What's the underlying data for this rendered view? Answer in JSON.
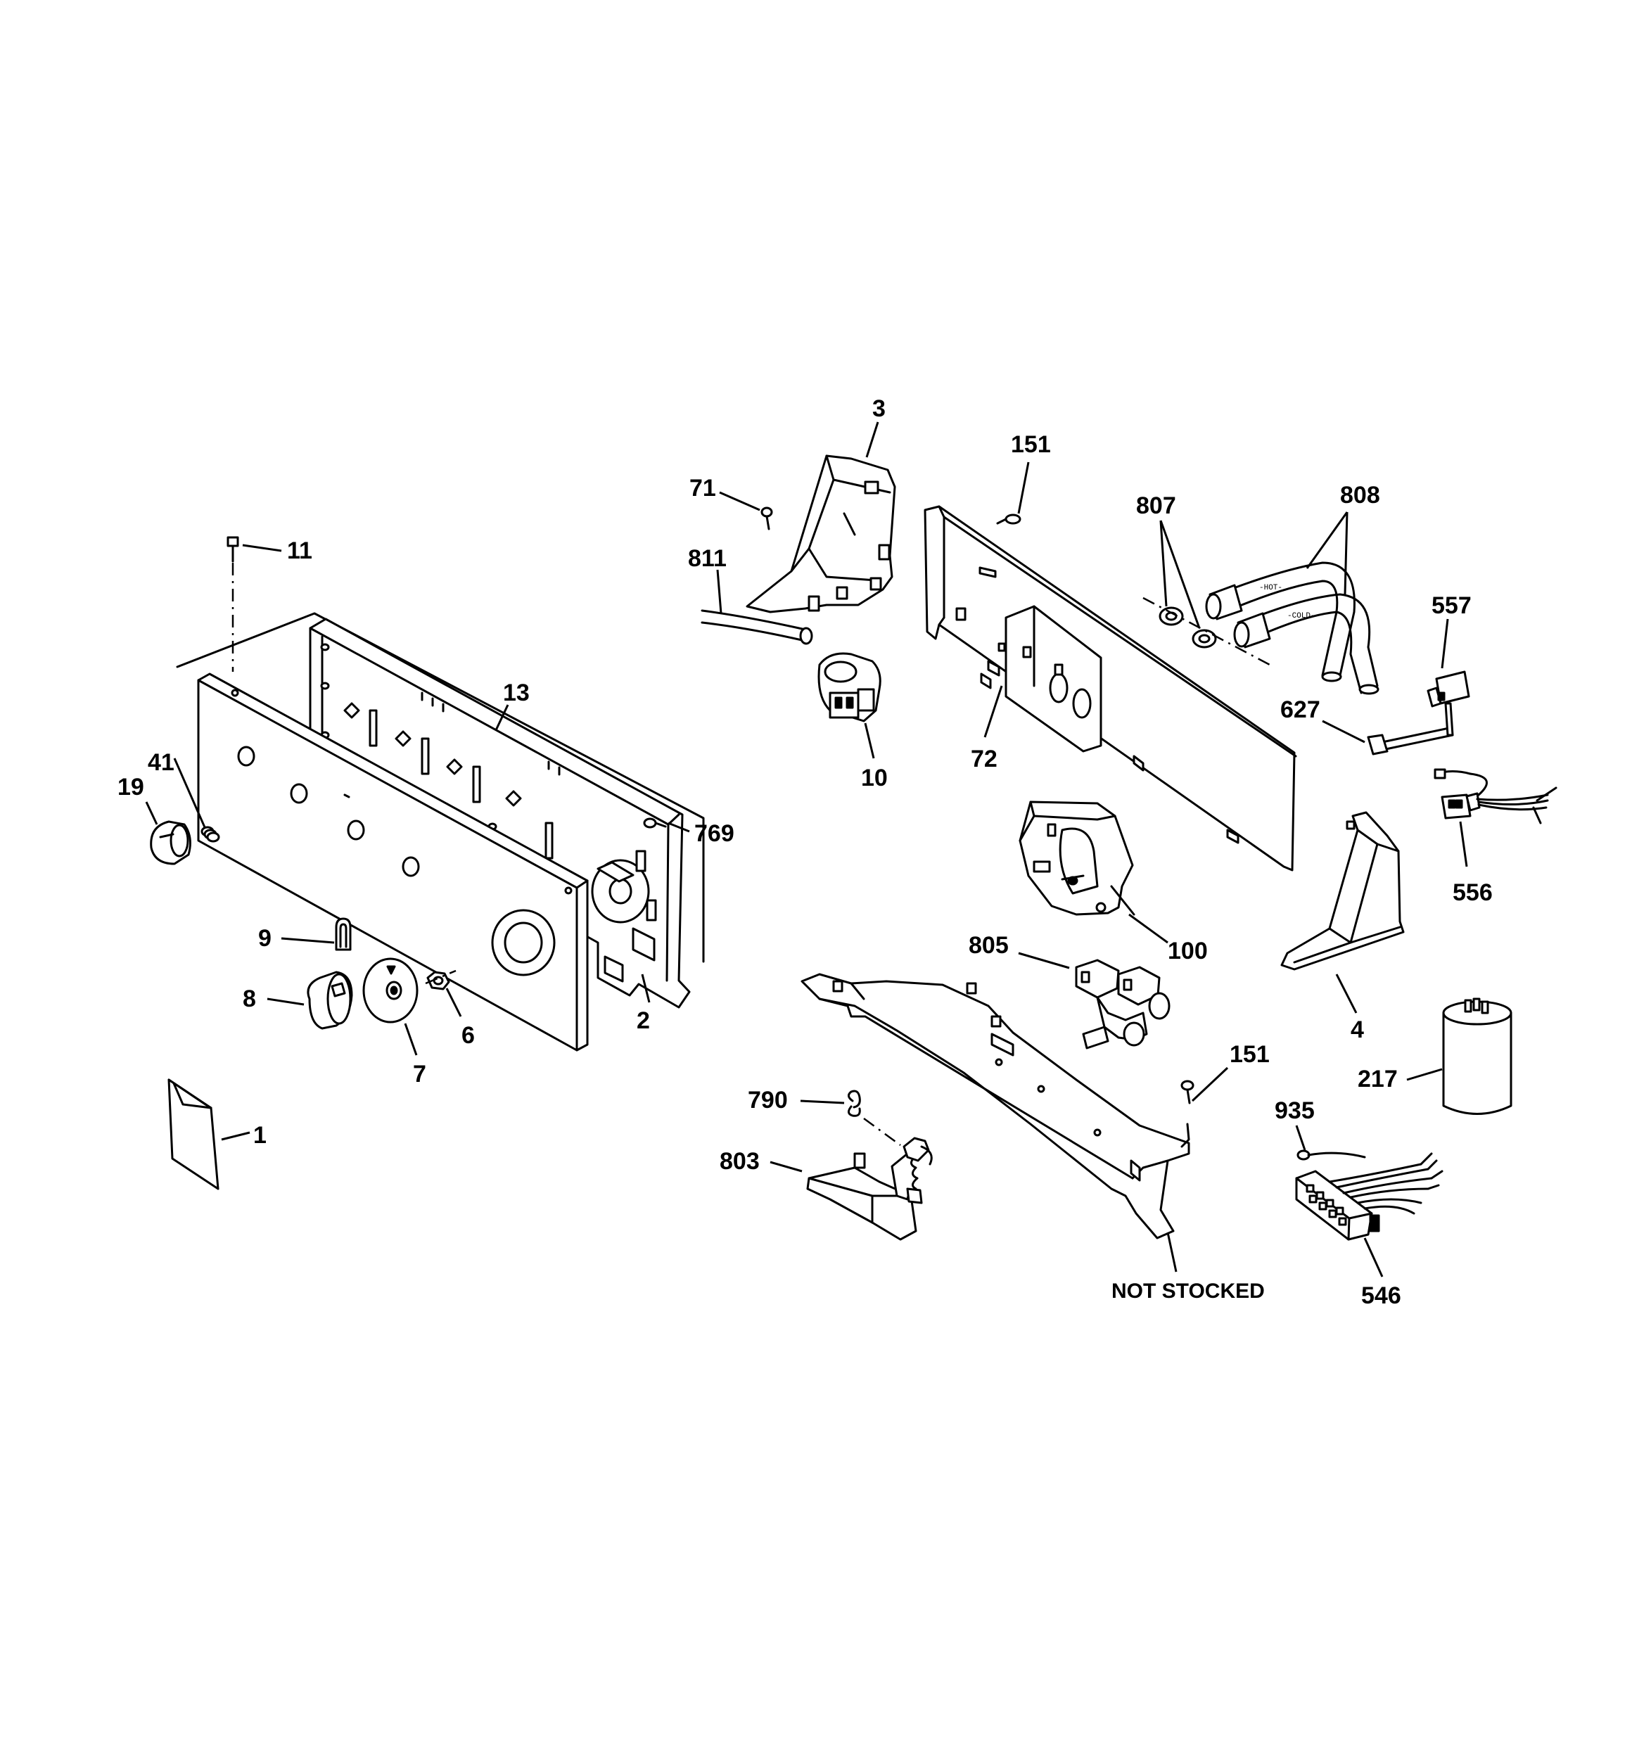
{
  "diagram": {
    "callouts": {
      "c1": "1",
      "c2": "2",
      "c3": "3",
      "c4": "4",
      "c6": "6",
      "c7": "7",
      "c8": "8",
      "c9": "9",
      "c10": "10",
      "c11": "11",
      "c13": "13",
      "c19": "19",
      "c41": "41",
      "c71": "71",
      "c72": "72",
      "c100": "100",
      "c151a": "151",
      "c151b": "151",
      "c217": "217",
      "c546": "546",
      "c556": "556",
      "c557": "557",
      "c627": "627",
      "c769": "769",
      "c790": "790",
      "c803": "803",
      "c805": "805",
      "c807": "807",
      "c808": "808",
      "c811": "811",
      "c935": "935"
    },
    "note": "NOT STOCKED",
    "hose_labels": {
      "hot": "-HOT-",
      "cold": "-COLD-"
    }
  }
}
